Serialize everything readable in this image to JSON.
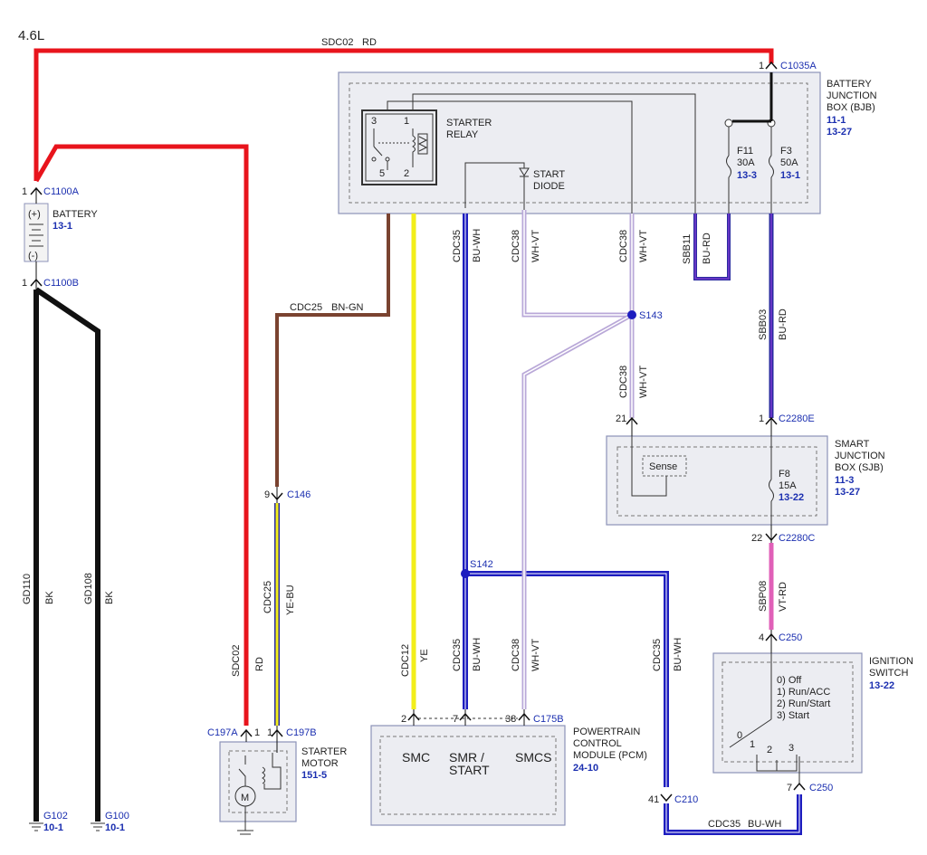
{
  "title": "4.6L",
  "wires": {
    "sdc02_top": {
      "circuit": "SDC02",
      "color": "RD"
    },
    "gd110": {
      "circuit": "GD110",
      "color": "BK"
    },
    "gd108": {
      "circuit": "GD108",
      "color": "BK"
    },
    "sdc02_down": {
      "circuit": "SDC02",
      "color": "RD"
    },
    "cdc25_h": {
      "circuit": "CDC25",
      "color": "BN-GN"
    },
    "cdc25_v": {
      "circuit": "CDC25",
      "color": "YE-BU"
    },
    "cdc12": {
      "circuit": "CDC12",
      "color": "YE"
    },
    "cdc35_a": {
      "circuit": "CDC35",
      "color": "BU-WH"
    },
    "cdc35_b": {
      "circuit": "CDC35",
      "color": "BU-WH"
    },
    "cdc35_c": {
      "circuit": "CDC35",
      "color": "BU-WH"
    },
    "cdc35_bottom": {
      "circuit": "CDC35",
      "color": "BU-WH"
    },
    "cdc38_a": {
      "circuit": "CDC38",
      "color": "WH-VT"
    },
    "cdc38_b": {
      "circuit": "CDC38",
      "color": "WH-VT"
    },
    "cdc38_c": {
      "circuit": "CDC38",
      "color": "WH-VT"
    },
    "cdc38_d": {
      "circuit": "CDC38",
      "color": "WH-VT"
    },
    "sbb11": {
      "circuit": "SBB11",
      "color": "BU-RD"
    },
    "sbb03": {
      "circuit": "SBB03",
      "color": "BU-RD"
    },
    "sbp08": {
      "circuit": "SBP08",
      "color": "VT-RD"
    }
  },
  "connectors": {
    "c1035a": {
      "id": "C1035A",
      "pin": "1"
    },
    "c1100a": {
      "id": "C1100A",
      "pin": "1"
    },
    "c1100b": {
      "id": "C1100B",
      "pin": "1"
    },
    "c146": {
      "id": "C146",
      "pin": "9"
    },
    "c197a": {
      "id": "C197A",
      "pin": "1"
    },
    "c197b": {
      "id": "C197B",
      "pin": "1"
    },
    "c2280e": {
      "id": "C2280E",
      "pin": "1"
    },
    "c2280c": {
      "id": "C2280C",
      "pin": "22"
    },
    "c250_top": {
      "id": "C250",
      "pin": "4"
    },
    "c250_bot": {
      "id": "C250",
      "pin": "7"
    },
    "c210": {
      "id": "C210",
      "pin": "41"
    },
    "c175b": {
      "id": "C175B",
      "pins": [
        "2",
        "7",
        "38"
      ]
    },
    "sjb_in": {
      "pin": "21"
    }
  },
  "splices": {
    "s143": "S143",
    "s142": "S142"
  },
  "grounds": {
    "g102": {
      "id": "G102",
      "ref": "10-1"
    },
    "g100": {
      "id": "G100",
      "ref": "10-1"
    }
  },
  "bjb": {
    "name": [
      "BATTERY",
      "JUNCTION",
      "BOX (BJB)"
    ],
    "refs": [
      "11-1",
      "13-27"
    ],
    "relay": {
      "name": [
        "STARTER",
        "RELAY"
      ],
      "pins": [
        "3",
        "1",
        "5",
        "2"
      ]
    },
    "diode": [
      "START",
      "DIODE"
    ],
    "f11": {
      "name": "F11",
      "rating": "30A",
      "ref": "13-3"
    },
    "f3": {
      "name": "F3",
      "rating": "50A",
      "ref": "13-1"
    }
  },
  "battery": {
    "name": "BATTERY",
    "ref": "13-1",
    "plus": "(+)",
    "minus": "(-)"
  },
  "sjb": {
    "name": [
      "SMART",
      "JUNCTION",
      "BOX (SJB)"
    ],
    "refs": [
      "11-3",
      "13-27"
    ],
    "sense": "Sense",
    "fuse": {
      "name": "F8",
      "rating": "15A",
      "ref": "13-22"
    }
  },
  "starter_motor": {
    "name": [
      "STARTER",
      "MOTOR"
    ],
    "ref": "151-5"
  },
  "pcm": {
    "name": [
      "POWERTRAIN",
      "CONTROL",
      "MODULE (PCM)"
    ],
    "ref": "24-10",
    "pins": [
      "SMC",
      "SMR /",
      "START",
      "SMCS"
    ]
  },
  "ignition": {
    "name": [
      "IGNITION",
      "SWITCH"
    ],
    "ref": "13-22",
    "positions": [
      "0) Off",
      "1) Run/ACC",
      "2) Run/Start",
      "3) Start"
    ],
    "contacts": [
      "0",
      "1",
      "2",
      "3"
    ]
  },
  "colors": {
    "red": "#e8141c",
    "black": "#111111",
    "brown": "#7a4330",
    "yellow": "#f2ee1a",
    "blue": "#1d1dbf",
    "pink": "#e060b8",
    "violet": "#b9a8d8",
    "navy": "#2a2aa0"
  }
}
